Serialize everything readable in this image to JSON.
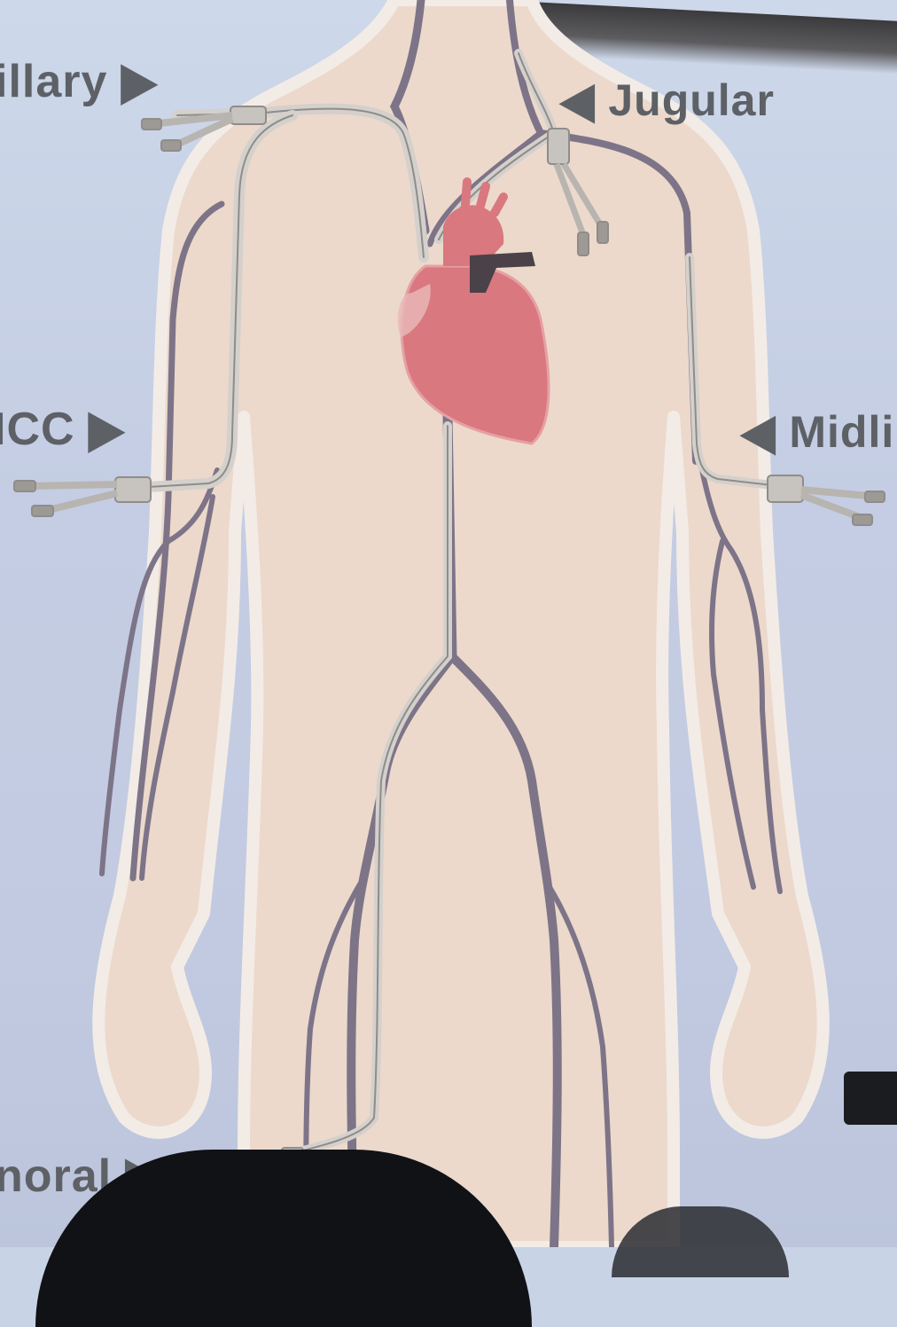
{
  "labels": {
    "axillary": "illary",
    "jugular": "Jugular",
    "picc": "ICC",
    "midline": "Midli",
    "femoral": "noral"
  },
  "arrows": {
    "right": "▶",
    "left": "◀"
  },
  "colors": {
    "background": "#c9d3e6",
    "skin": "#ecd9cc",
    "skin_outline": "#f3ece6",
    "vein": "#7d7488",
    "catheter": "#c9c6c1",
    "heart": "#d9787e",
    "label_text": "#5d6166"
  }
}
